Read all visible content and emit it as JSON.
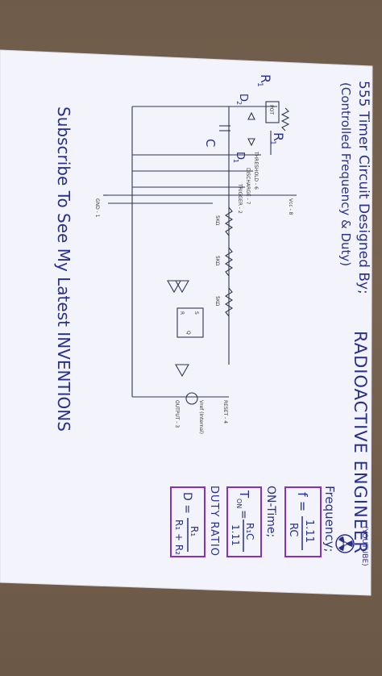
{
  "title": {
    "line1": "555 Timer Circuit Designed By;",
    "line2": "(Controlled Frequency & Duty)",
    "author": "RADIOACTIVE ENGINEER",
    "channel": "(YOUTUBE)"
  },
  "subscribe_text": "Subscribe To See My Latest INVENTIONS",
  "components": {
    "r1": "R",
    "r1_sub": "1",
    "pot": "POT",
    "r1_label": "R",
    "r1_label_sub": "1",
    "d2": "D",
    "d2_sub": "2",
    "d1": "D",
    "d1_sub": "1",
    "cap": "C",
    "res_5k_1": "5KΩ",
    "res_5k_2": "5KΩ",
    "res_5k_3": "5KΩ"
  },
  "pins": {
    "vcc": "Vcc - 8",
    "gnd": "GND - 1",
    "threshold": "THRESHOLD - 6",
    "discharge": "DISCHARGE - 7",
    "trigger": "TRIGGER - 2",
    "reset": "RESET - 4",
    "output": "OUTPUT - 3",
    "vref": "Vref (Internal)",
    "s": "S",
    "r": "R",
    "q": "Q"
  },
  "formulas": {
    "frequency_label": "Frequency;",
    "frequency_f": "f =",
    "frequency_num": "1.11",
    "frequency_den": "RC",
    "ontime_label": "ON-Time;",
    "ontime_t": "T",
    "ontime_sub": "ON",
    "ontime_eq": "=",
    "ontime_num": "R₁C",
    "ontime_den": "1.11",
    "duty_label": "DUTY RATIO",
    "duty_d": "D =",
    "duty_num": "R₁",
    "duty_den": "R₁ + R₂"
  },
  "colors": {
    "ink": "#2a2f8a",
    "box": "#8a2bd1",
    "paper": "#f3f4fb",
    "background": "#6e5a48"
  }
}
